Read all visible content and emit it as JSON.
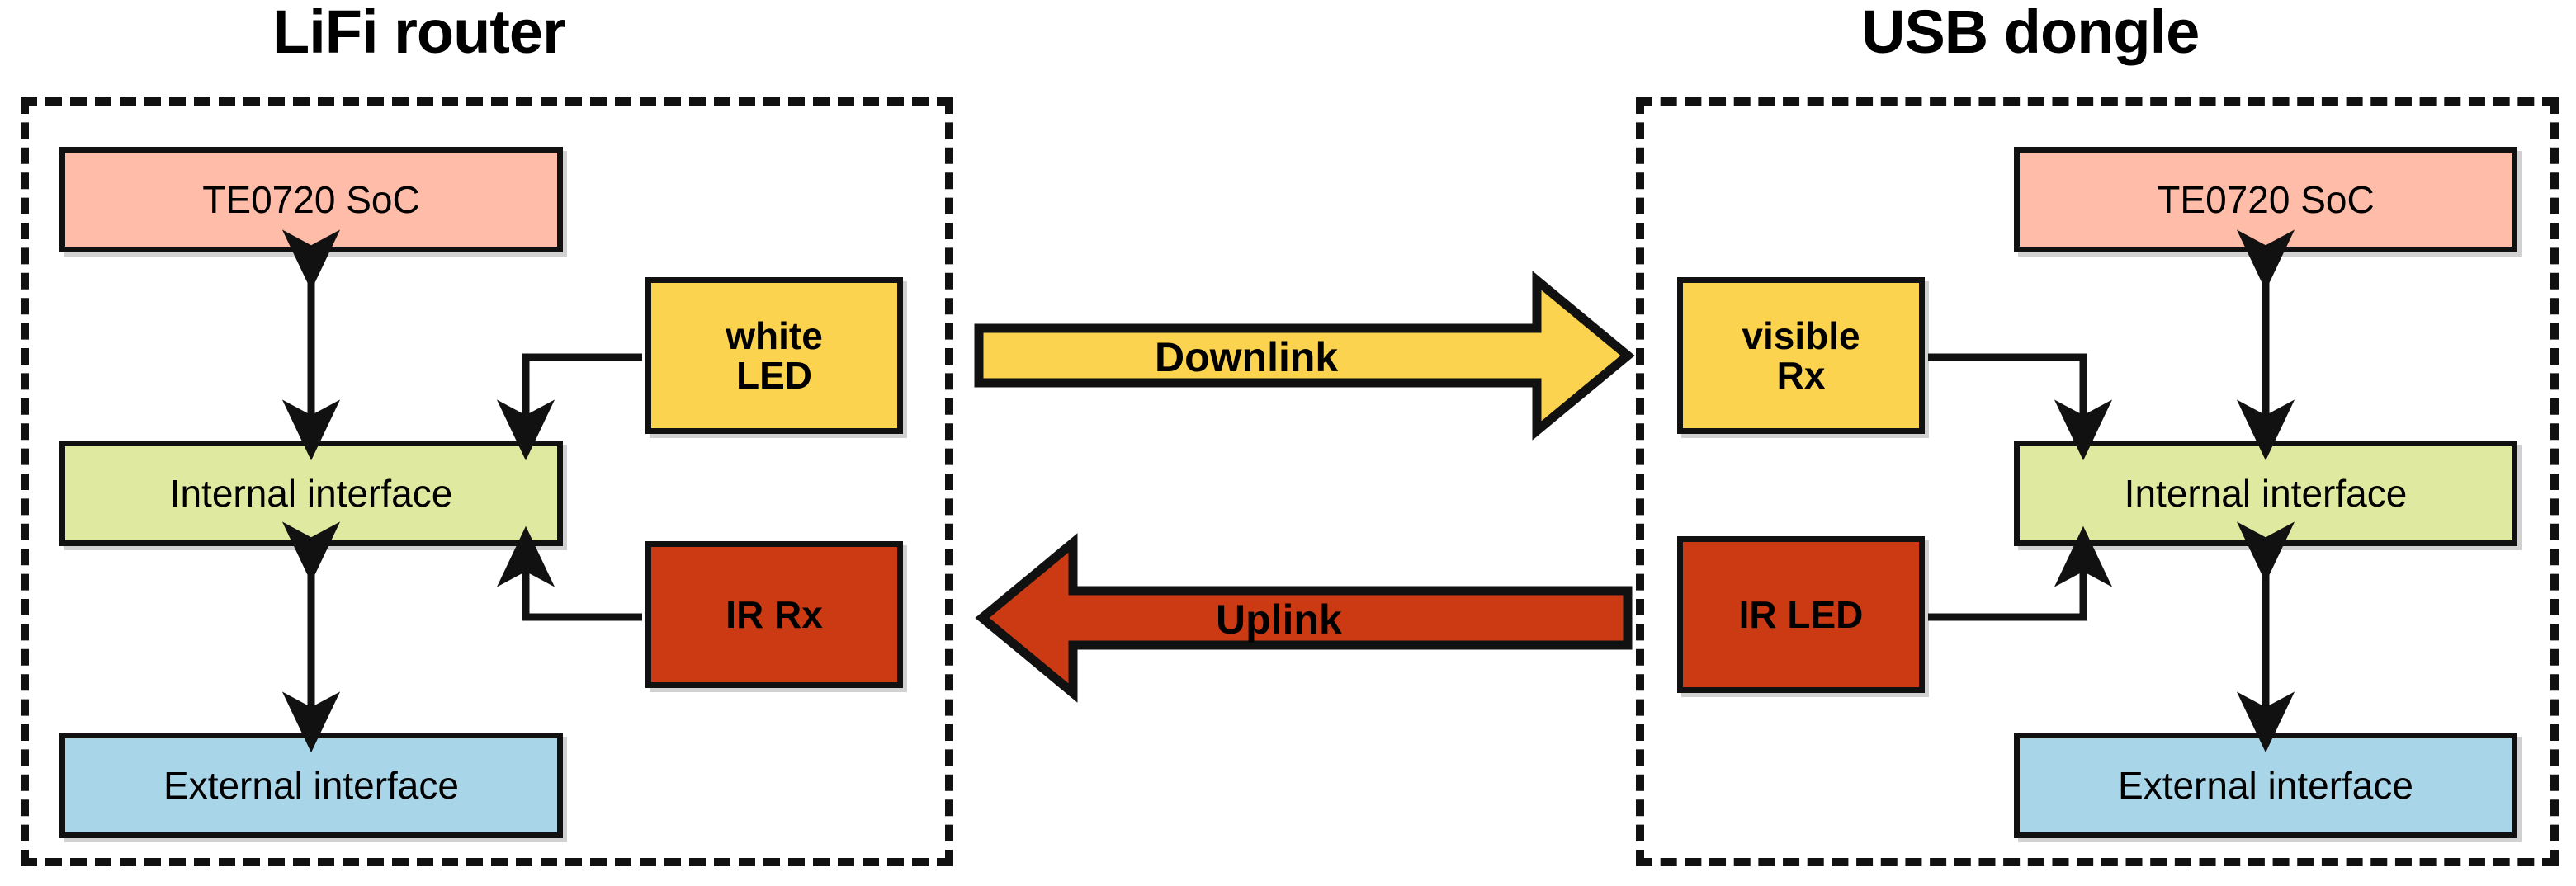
{
  "diagram": {
    "title_left": "LiFi router",
    "title_right": "USB dongle",
    "colors": {
      "soc": "#FFBCA8",
      "internal_interface": "#DFE9A0",
      "external_interface": "#A9D5E8",
      "visible_light": "#FCD34E",
      "infrared": "#CC3A13",
      "outline": "#111111",
      "background": "#FFFFFF"
    }
  },
  "left_panel": {
    "title": "LiFi router",
    "blocks": {
      "soc": "TE0720 SoC",
      "internal_interface": "Internal interface",
      "external_interface": "External interface",
      "white_led_line1": "white",
      "white_led_line2": "LED",
      "ir_rx": "IR Rx"
    }
  },
  "right_panel": {
    "title": "USB dongle",
    "blocks": {
      "soc": "TE0720 SoC",
      "internal_interface": "Internal interface",
      "external_interface": "External interface",
      "visible_rx_line1": "visible",
      "visible_rx_line2": "Rx",
      "ir_led": "IR LED"
    }
  },
  "links": {
    "downlink": "Downlink",
    "uplink": "Uplink"
  }
}
